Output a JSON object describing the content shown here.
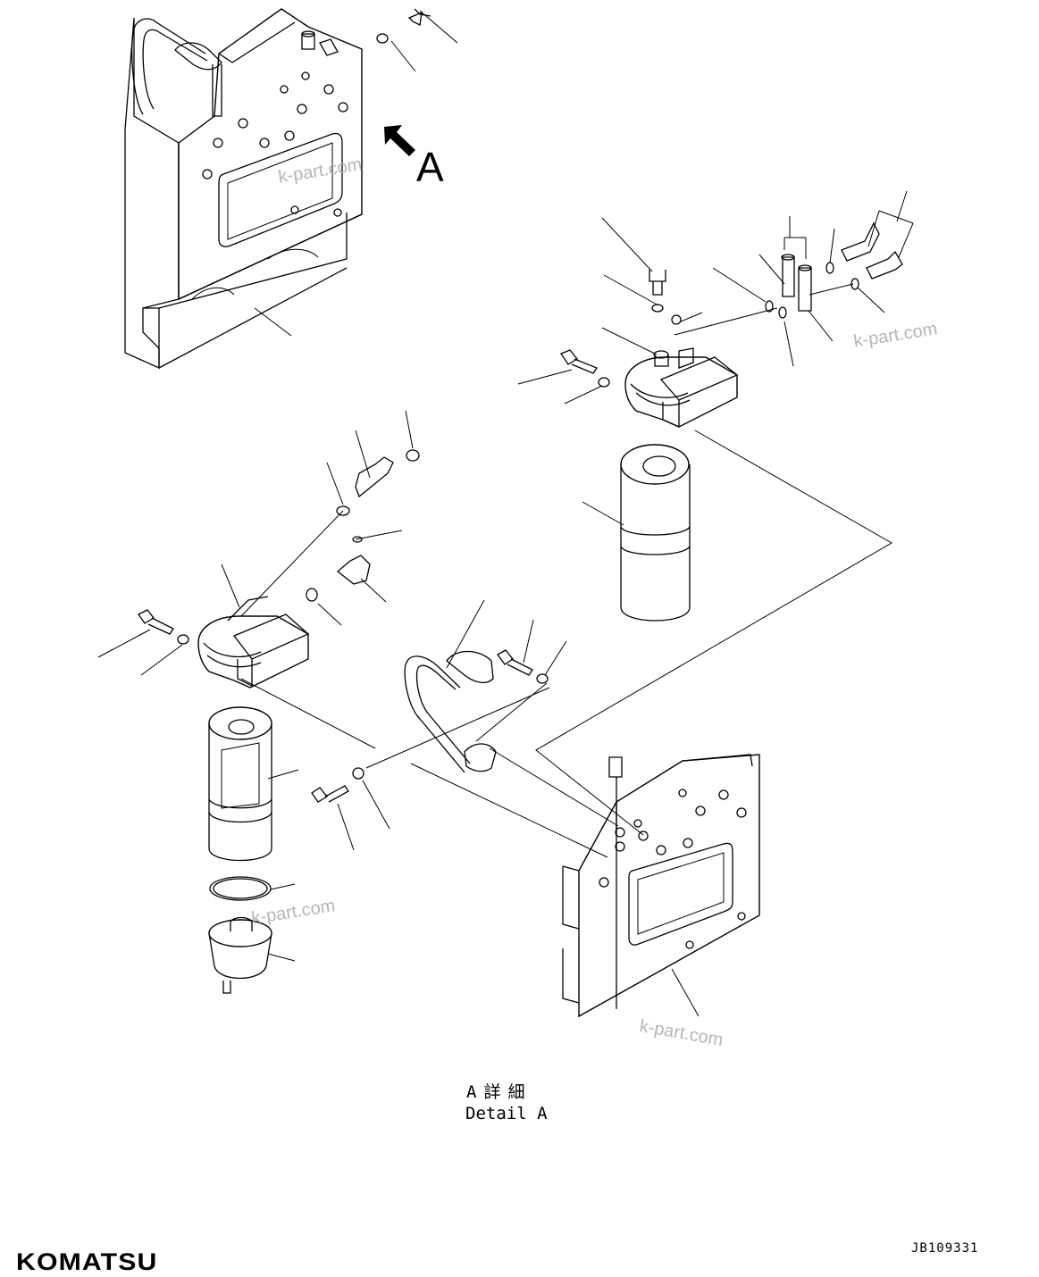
{
  "view_label": "A",
  "detail_caption": {
    "japanese": "A詳細",
    "english": "Detail A"
  },
  "drawing_number": "JB109331",
  "brand_logo": "KOMATSU",
  "watermarks": [
    "k-part.com",
    "k-part.com",
    "k-part.com",
    "k-part.com"
  ],
  "icons": {
    "view_arrow": "arrow-up-left-icon"
  },
  "colors": {
    "line": "#000000",
    "watermark": "#b5b5b5",
    "background": "#ffffff"
  }
}
